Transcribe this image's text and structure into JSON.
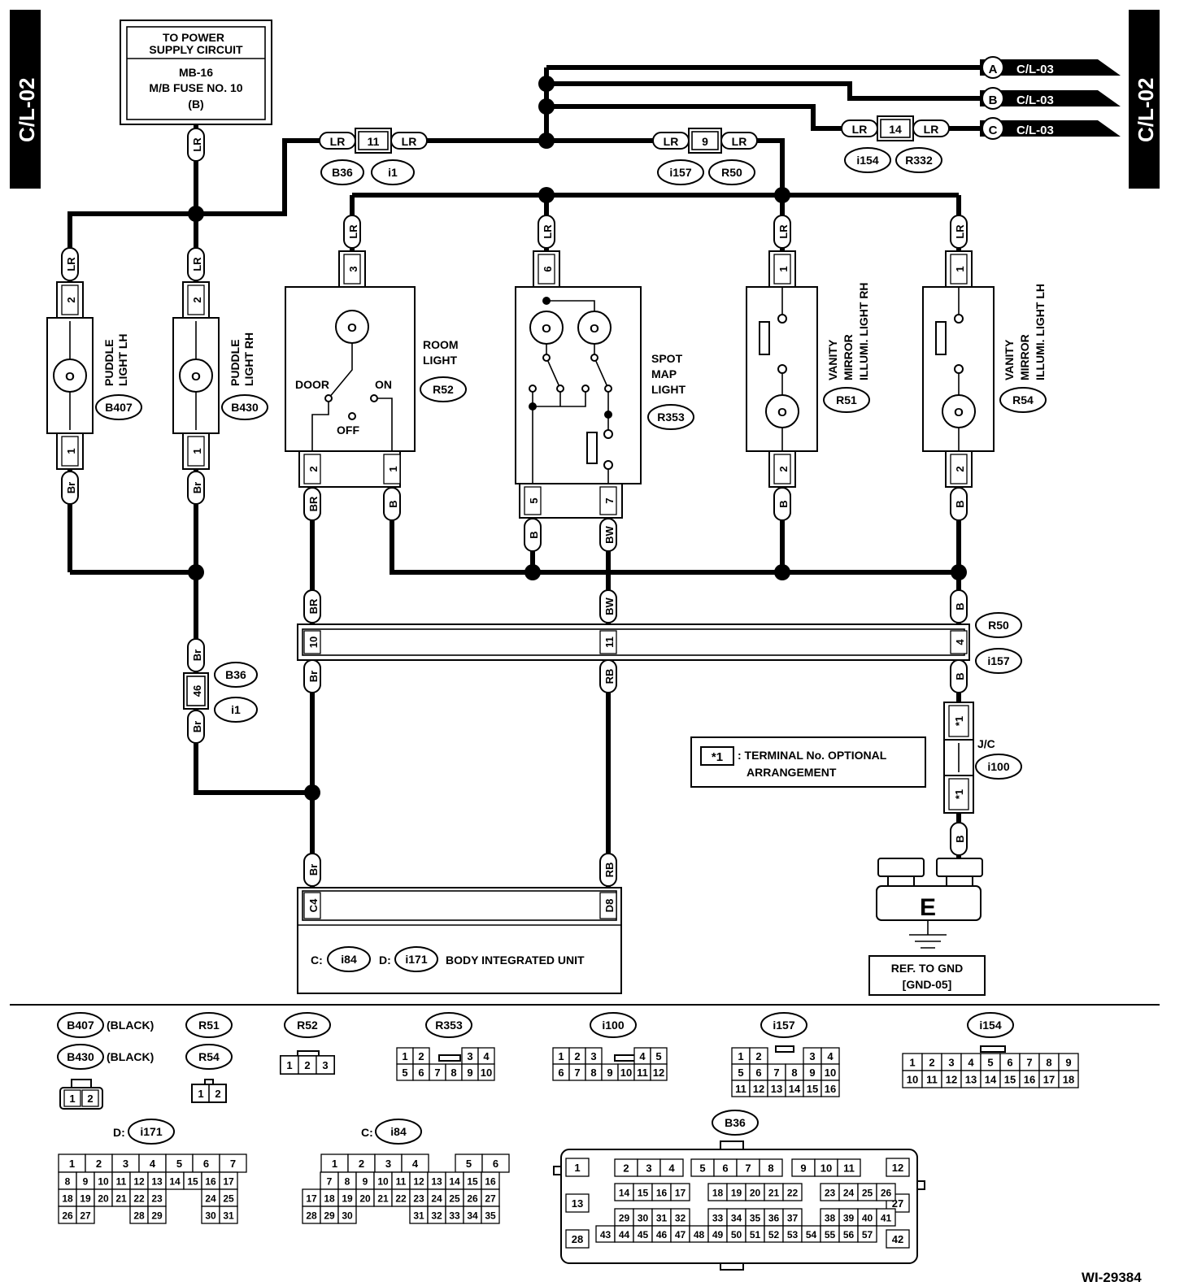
{
  "pageRef": {
    "left": "C/L-02",
    "right": "C/L-02"
  },
  "power": {
    "line1": "TO POWER",
    "line2": "SUPPLY CIRCUIT",
    "line3": "MB-16",
    "line4": "M/B FUSE NO. 10",
    "line5": "(B)"
  },
  "branches": [
    {
      "letter": "A",
      "ref": "C/L-03"
    },
    {
      "letter": "B",
      "ref": "C/L-03"
    },
    {
      "letter": "C",
      "ref": "C/L-03"
    }
  ],
  "wireColors": {
    "LR": "LR",
    "Br": "Br",
    "BR": "BR",
    "B": "B",
    "BW": "BW",
    "RB": "RB"
  },
  "junctionPins": {
    "p11": "11",
    "p9": "9",
    "p14": "14",
    "p46": "46",
    "p10": "10",
    "p11b": "11",
    "p4": "4",
    "star": "*1",
    "c4": "C4",
    "d8": "D8"
  },
  "connectors": {
    "B36": "B36",
    "i1": "i1",
    "i157": "i157",
    "R50": "R50",
    "i154": "i154",
    "R332": "R332",
    "R52": "R52",
    "R353": "R353",
    "R51": "R51",
    "R54": "R54",
    "B407": "B407",
    "B430": "B430",
    "i100": "i100",
    "i84": "i84",
    "i171": "i171"
  },
  "components": {
    "puddleLH": [
      "PUDDLE",
      "LIGHT LH"
    ],
    "puddleRH": [
      "PUDDLE",
      "LIGHT RH"
    ],
    "room": [
      "ROOM",
      "LIGHT"
    ],
    "roomSwitch": {
      "door": "DOOR",
      "on": "ON",
      "off": "OFF"
    },
    "spot": [
      "SPOT",
      "MAP",
      "LIGHT"
    ],
    "vanityRH": [
      "VANITY",
      "MIRROR",
      "ILLUMI. LIGHT RH"
    ],
    "vanityLH": [
      "VANITY",
      "MIRROR",
      "ILLUMI. LIGHT LH"
    ]
  },
  "compPins": {
    "puddleTop": "2",
    "puddleBot": "1",
    "room": [
      "3",
      "2",
      "1"
    ],
    "spot": [
      "6",
      "5",
      "7"
    ],
    "vanityTop": "1",
    "vanityBot": "2"
  },
  "jc": "J/C",
  "note": {
    "mark": "*1",
    "line1": ": TERMINAL No. OPTIONAL",
    "line2": "ARRANGEMENT"
  },
  "ground": {
    "letter": "E",
    "line1": "REF. TO GND",
    "line2": "[GND-05]"
  },
  "biu": {
    "c": "C:",
    "d": "D:",
    "label": "BODY INTEGRATED UNIT"
  },
  "legend": {
    "black": "(BLACK)",
    "d": "D:",
    "c": "C:"
  },
  "figureId": "WI-29384"
}
